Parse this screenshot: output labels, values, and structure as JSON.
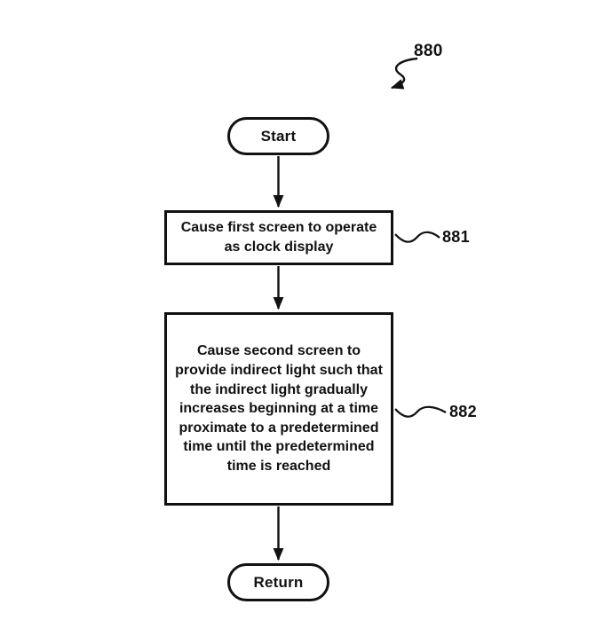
{
  "figure": {
    "reference_label": "880",
    "start_label": "Start",
    "return_label": "Return",
    "steps": [
      {
        "id": "881",
        "text": "Cause first screen to operate as clock display"
      },
      {
        "id": "882",
        "text": "Cause second screen to provide indirect light such that the indirect light gradually increases beginning at a time proximate to a predetermined time until the predetermined time is reached"
      }
    ],
    "colors": {
      "line": "#111111",
      "background": "#ffffff"
    }
  }
}
